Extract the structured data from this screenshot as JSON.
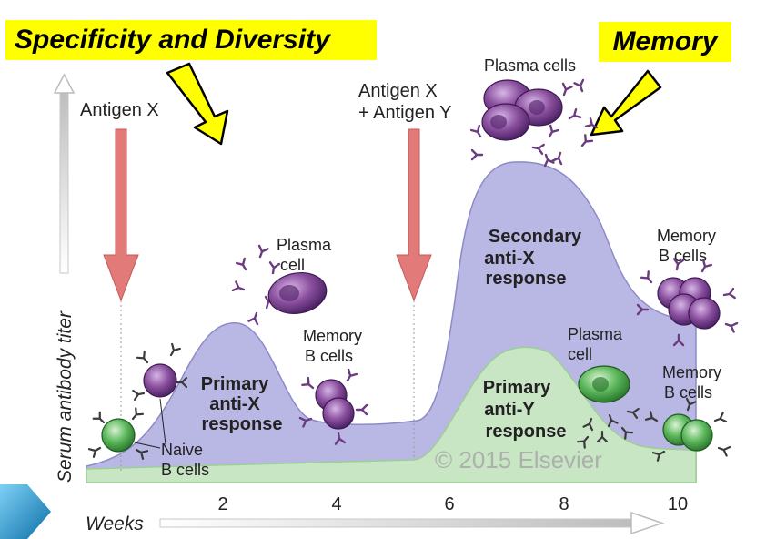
{
  "callouts": {
    "left": "Specificity and Diversity",
    "right": "Memory"
  },
  "axis": {
    "y_label": "Serum antibody titer",
    "x_label": "Weeks",
    "ticks": [
      "2",
      "4",
      "6",
      "8",
      "10"
    ]
  },
  "antigens": {
    "first": "Antigen X",
    "second_line1": "Antigen X",
    "second_line2": "+ Antigen Y"
  },
  "responses": {
    "primary_x": [
      "Primary",
      "anti-X",
      "response"
    ],
    "secondary_x": [
      "Secondary",
      "anti-X",
      "response"
    ],
    "primary_y": [
      "Primary",
      "anti-Y",
      "response"
    ]
  },
  "cell_labels": {
    "naive": [
      "Naive",
      "B cells"
    ],
    "plasma_1": [
      "Plasma",
      "cell"
    ],
    "memory_1": [
      "Memory",
      "B cells"
    ],
    "plasma_2": "Plasma cells",
    "memory_2": [
      "Memory",
      "B cells"
    ],
    "plasma_3": [
      "Plasma",
      "cell"
    ],
    "memory_3": [
      "Memory",
      "B cells"
    ]
  },
  "copyright": "© 2015 Elsevier",
  "colors": {
    "highlight": "#ffff00",
    "x_response": "#b9b7e3",
    "y_response": "#c8e6c4",
    "antigen_arrow": "#e27a79",
    "purple_cell": "#8a4f9e",
    "green_cell": "#5cb85c"
  }
}
